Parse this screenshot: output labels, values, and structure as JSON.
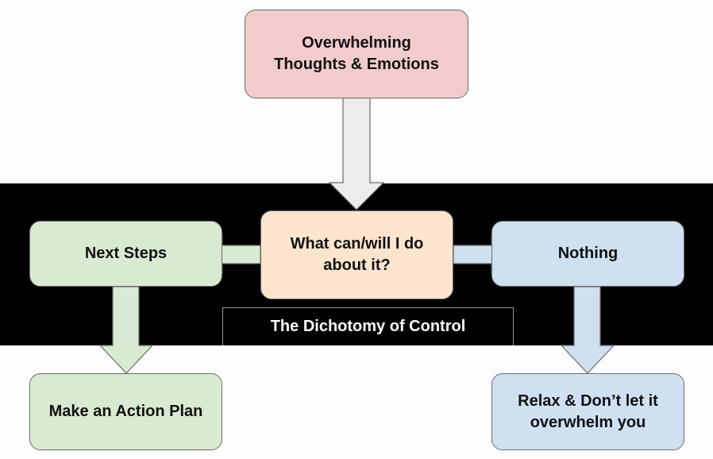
{
  "diagram": {
    "title": "The Dichotomy of Control",
    "nodes": {
      "top": "Overwhelming\nThoughts & Emotions",
      "center": "What can/will I do\nabout it?",
      "left": "Next Steps",
      "right": "Nothing",
      "bottom_left": "Make an Action Plan",
      "bottom_right": "Relax & Don’t let it\noverwhelm you"
    },
    "edges": [
      {
        "from": "top",
        "to": "center"
      },
      {
        "from": "center",
        "to": "left"
      },
      {
        "from": "center",
        "to": "right"
      },
      {
        "from": "left",
        "to": "bottom_left"
      },
      {
        "from": "right",
        "to": "bottom_right"
      }
    ],
    "colors": {
      "top": "#f2cccc",
      "center": "#fce4cf",
      "left": "#d9ead3",
      "right": "#cfe0f1",
      "band": "#000000"
    }
  }
}
